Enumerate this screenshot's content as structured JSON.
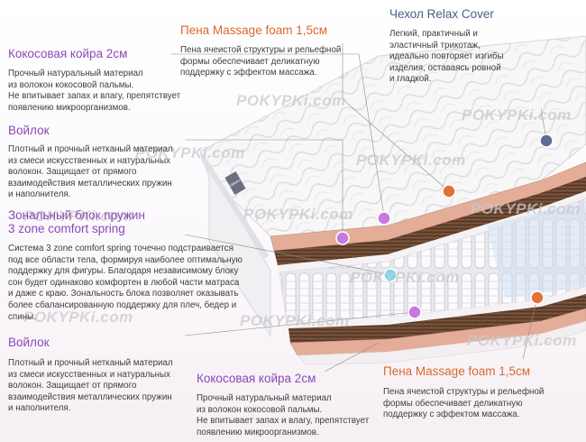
{
  "colors": {
    "purple": "#8a49b6",
    "orange": "#d8692c",
    "blue": "#4a5f86",
    "dot_purple": "#c879e0",
    "dot_orange": "#e0733a",
    "dot_blue": "#5d6e94",
    "dot_cyan": "#7fd6ee"
  },
  "watermark": "POKYPKi.com",
  "brand_tag": "DIMAX",
  "sections": {
    "coconut_top": {
      "title": "Кокосовая койра 2см",
      "body": "Прочный натуральный материал\nиз волокон кокосовой пальмы.\nНе впитывает запах и влагу, препятствует\nпоявлению микроорганизмов."
    },
    "felt_top": {
      "title": "Войлок",
      "body": "Плотный и прочный нетканый материал\nиз смеси искусственных и натуральных\nволокон. Защищает от прямого\nвзаимодействия металлических пружин\nи наполнителя."
    },
    "springs": {
      "title_line1": "Зональный блок пружин",
      "title_line2": "3 zone comfort spring",
      "body": "Система 3 zone comfort spring точечно подстраивается\nпод все области тела, формируя наиболее оптимальную\nподдержку для фигуры. Благодаря независимому блоку\nсон будет одинаково комфортен в любой части матраса\nи даже с краю. Зональность блока позволяет оказывать\nболее сбалансированную поддержку для плеч, бедер и\nспины."
    },
    "felt_bottom": {
      "title": "Войлок",
      "body": "Плотный и прочный нетканый материал\nиз смеси искусственных и натуральных\nволокон. Защищает от прямого\nвзаимодействия металлических пружин\nи наполнителя."
    },
    "foam_top": {
      "title": "Пена Massage foam 1,5см",
      "body": "Пена ячеистой структуры и рельефной\nформы обеспечивает деликатную\nподдержку с эффектом массажа."
    },
    "cover": {
      "title": "Чехол Relax Cover",
      "body": "Легкий, практичный и\nэластичный трикотаж,\nидеально повторяет изгибы\nизделия, оставаясь ровной\nи гладкой."
    },
    "coconut_bottom": {
      "title": "Кокосовая койра 2см",
      "body": "Прочный натуральный материал\nиз волокон кокосовой пальмы.\nНе впитывает запах и влагу, препятствует\nпоявлению микроорганизмов."
    },
    "foam_bottom": {
      "title": "Пена Massage foam 1,5см",
      "body": "Пена ячеистой структуры и рельефной\nформы обеспечивает деликатную\nподдержку с эффектом массажа."
    }
  }
}
